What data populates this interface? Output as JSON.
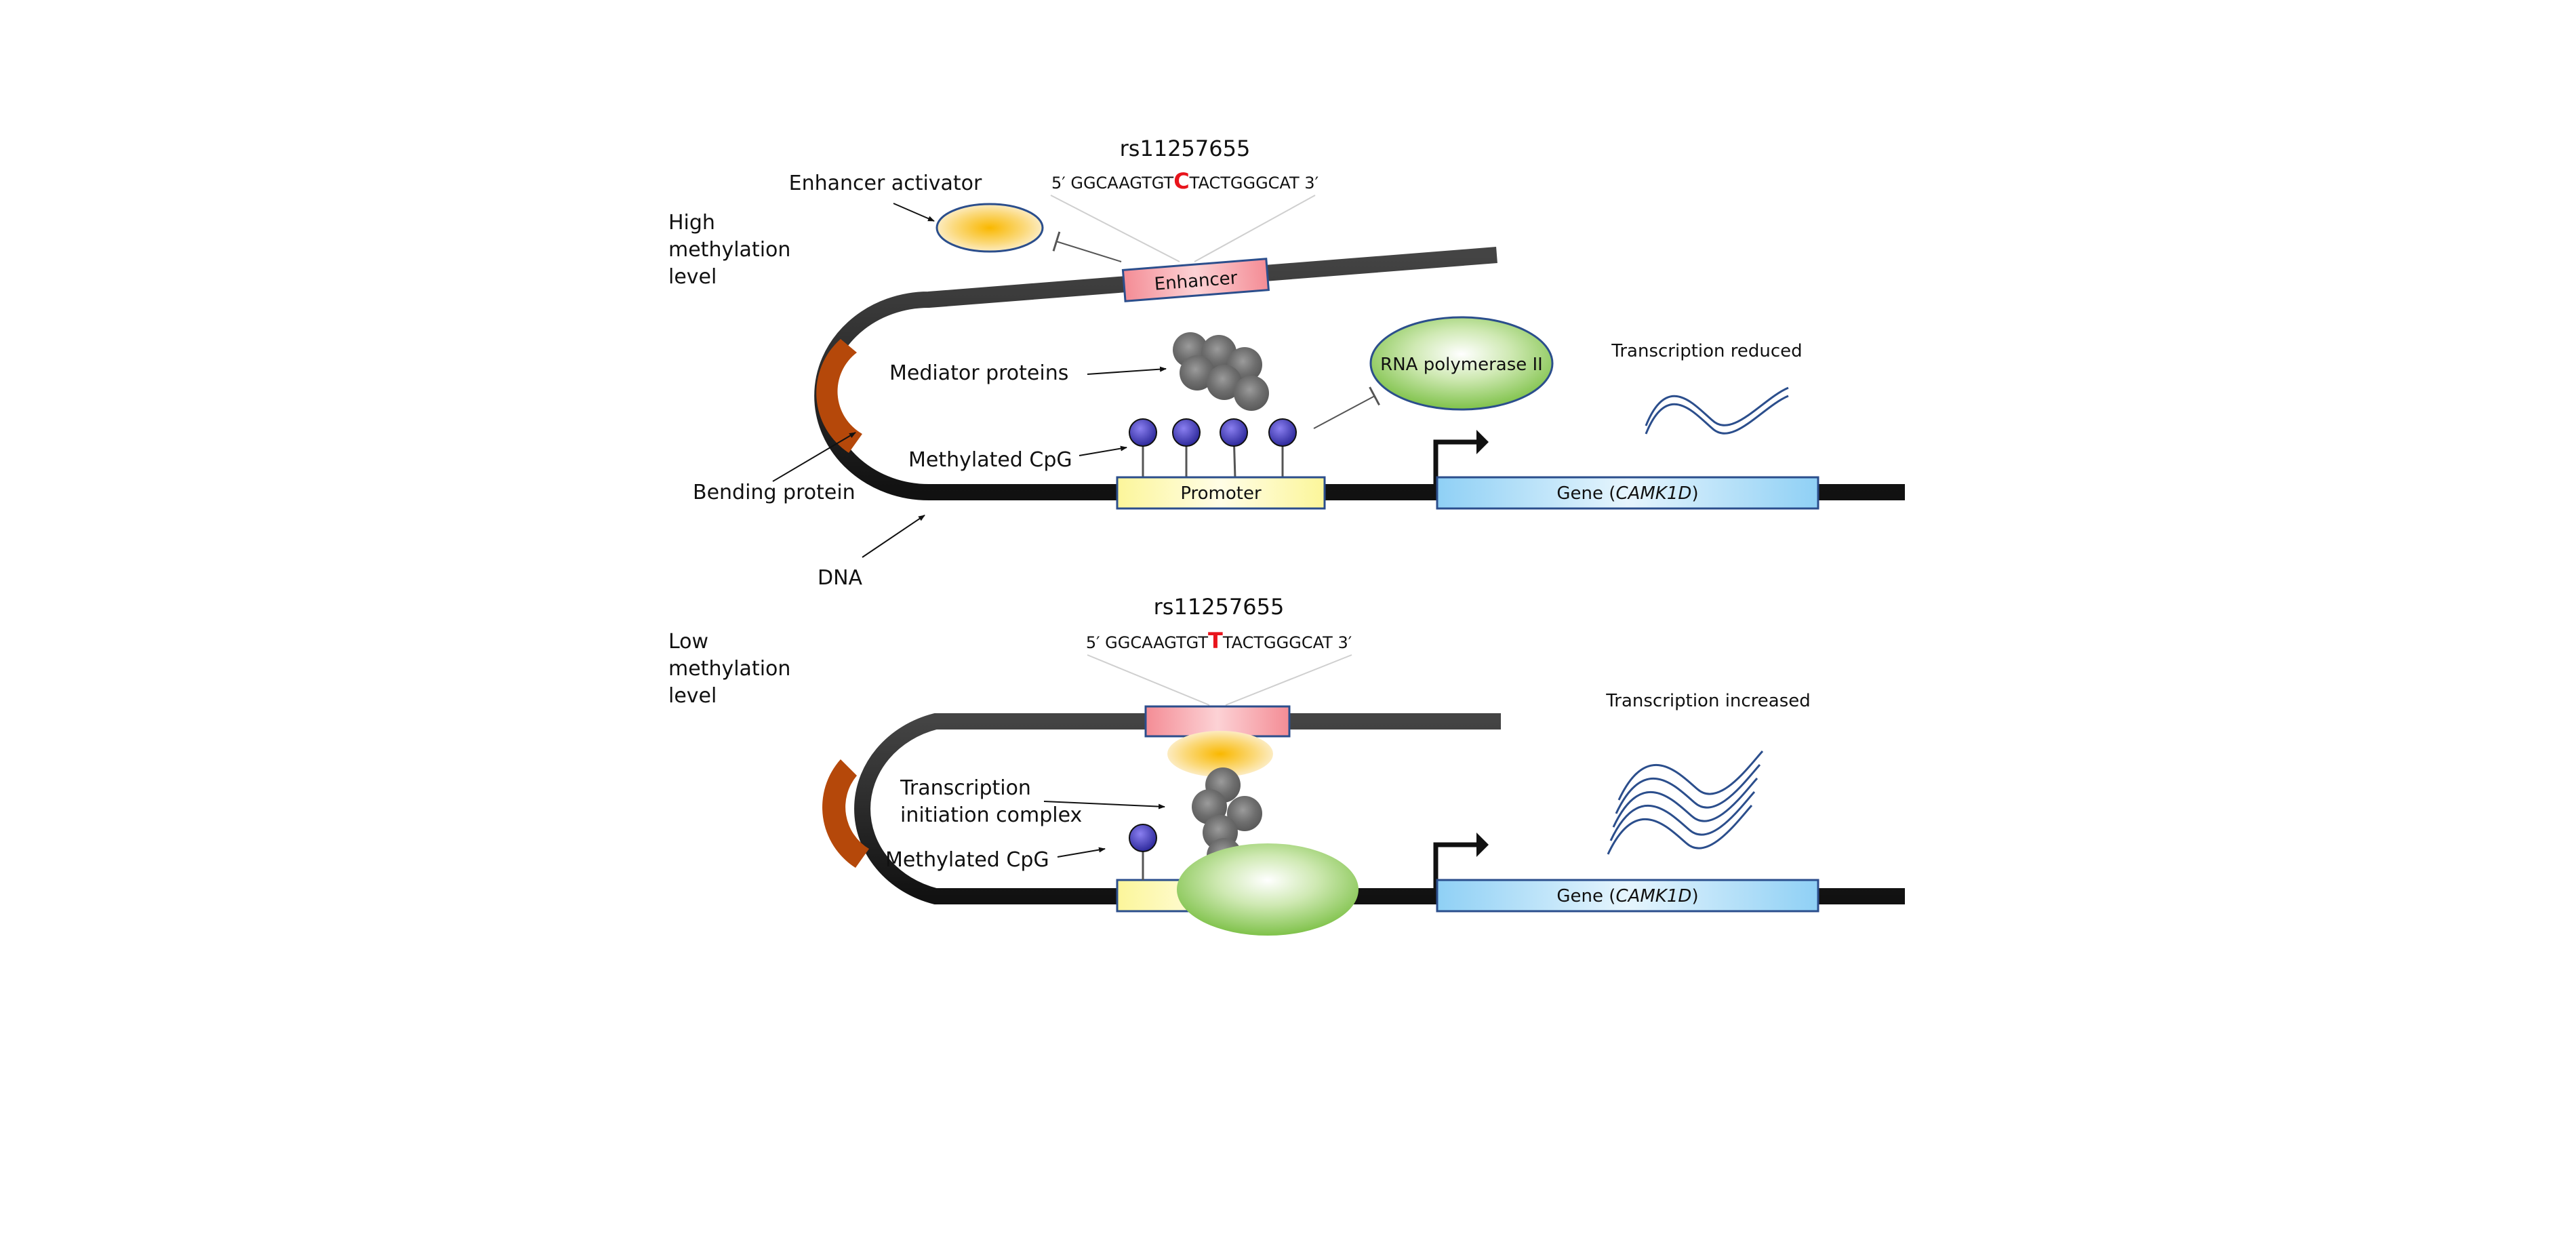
{
  "top": {
    "rs_label": "rs11257655",
    "seq_prime5": "5′",
    "seq_before": "GGCAAGTGT",
    "seq_snp": "C",
    "seq_after": "TACTGGGCAT",
    "seq_prime3": "3′",
    "condition_line1": "High",
    "condition_line2": "methylation",
    "condition_line3": "level",
    "enhancer_activator": "Enhancer activator",
    "enhancer": "Enhancer",
    "mediator_proteins": "Mediator proteins",
    "rna_polymerase": "RNA polymerase II",
    "methylated_cpg": "Methylated CpG",
    "promoter": "Promoter",
    "gene_prefix": "Gene (",
    "gene_name": "CAMK1D",
    "gene_suffix": ")",
    "bending_protein": "Bending protein",
    "dna": "DNA",
    "transcription": "Transcription reduced"
  },
  "bottom": {
    "rs_label": "rs11257655",
    "seq_prime5": "5′",
    "seq_before": "GGCAAGTGT",
    "seq_snp": "T",
    "seq_after": "TACTGGGCAT",
    "seq_prime3": "3′",
    "condition_line1": "Low",
    "condition_line2": "methylation",
    "condition_line3": "level",
    "tic_line1": "Transcription",
    "tic_line2": "initiation complex",
    "methylated_cpg": "Methylated CpG",
    "gene_prefix": "Gene (",
    "gene_name": "CAMK1D",
    "gene_suffix": ")",
    "transcription": "Transcription increased"
  },
  "colors": {
    "snp": "#e8141c",
    "dna": "#111111",
    "enhancer": "#f7a3aa",
    "promoter": "#fdfbb8",
    "gene": "#a9dcf7",
    "bending_protein": "#b5480a",
    "cpg": "#4a3bbf",
    "polymerase": "#8ccc52",
    "activator": "#f9c230",
    "mrna": "#2b4e8c"
  }
}
